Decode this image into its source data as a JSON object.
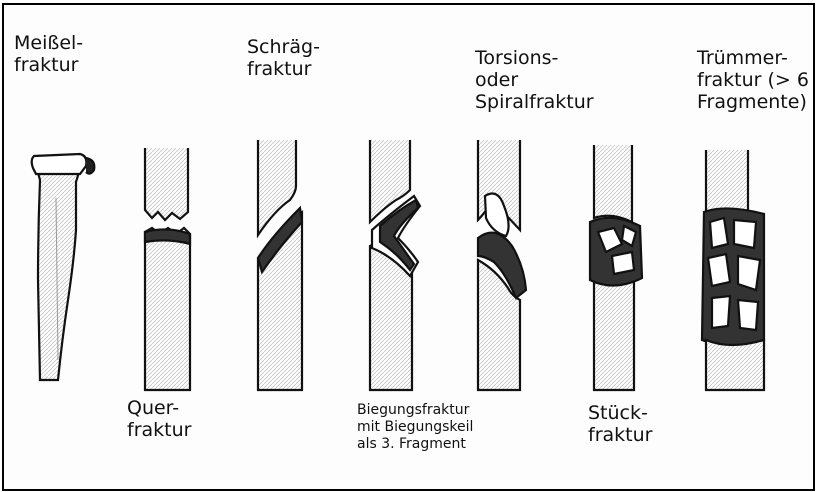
{
  "labels": {
    "meissel": "Meißel-\nfraktur",
    "schraeg": "Schräg-\nfraktur",
    "torsion": "Torsions-\noder\nSpiralfraktur",
    "truemmer": "Trümmer-\nfraktur (> 6\nFragmente)",
    "quer": "Quer-\nfraktur",
    "biegung": "Biegungsfraktur\nmit Biegungskeil\nals 3. Fragment",
    "stueck": "Stück-\nfraktur"
  },
  "icons": [
    "bone-meissel-icon",
    "bone-quer-icon",
    "bone-schraeg-icon",
    "bone-biegung-icon",
    "bone-torsion-icon",
    "bone-stueck-icon",
    "bone-truemmer-icon"
  ],
  "colors": {
    "ink": "#111111",
    "fill": "#555555",
    "paper": "#fdfdfd"
  }
}
